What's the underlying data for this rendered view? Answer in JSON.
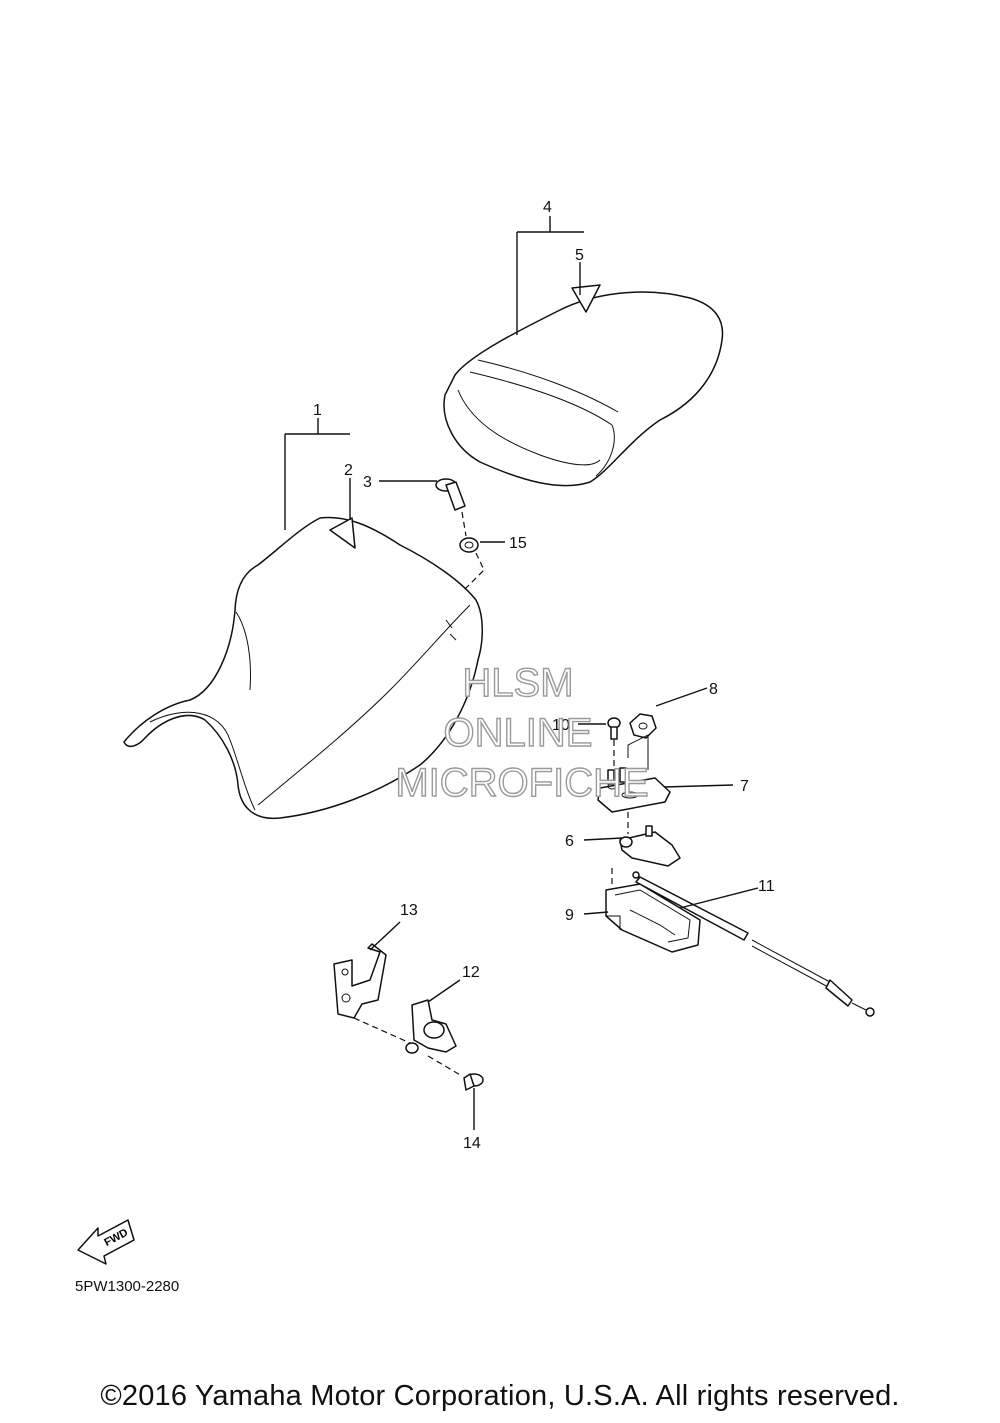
{
  "parts": {
    "p1": "1",
    "p2": "2",
    "p3": "3",
    "p4": "4",
    "p5": "5",
    "p6": "6",
    "p7": "7",
    "p8": "8",
    "p9": "9",
    "p10": "10",
    "p11": "11",
    "p12": "12",
    "p13": "13",
    "p14": "14",
    "p15": "15"
  },
  "watermark": {
    "line1": "HLSM",
    "line2": "ONLINE",
    "line3": "MICROFICHE"
  },
  "fwd_label": "FWD",
  "diagram_code": "5PW1300-2280",
  "copyright": "©2016 Yamaha Motor Corporation, U.S.A. All rights reserved."
}
